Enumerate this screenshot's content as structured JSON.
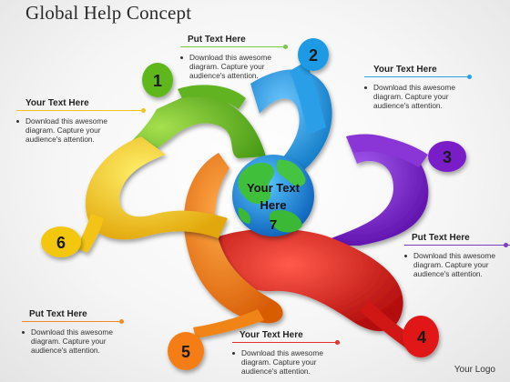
{
  "title": "Global Help Concept",
  "center": {
    "line1": "Your Text",
    "line2": "Here",
    "number": "7"
  },
  "badges": [
    {
      "number": "1",
      "color": "#5fb71a"
    },
    {
      "number": "2",
      "color": "#1c9be4"
    },
    {
      "number": "3",
      "color": "#7a1cc8"
    },
    {
      "number": "4",
      "color": "#e11818"
    },
    {
      "number": "5",
      "color": "#f47d14"
    },
    {
      "number": "6",
      "color": "#f2c70e"
    }
  ],
  "callouts": [
    {
      "heading": "Put Text Here",
      "body": "Download this awesome diagram. Capture your audience's attention.",
      "accent": "#7ac943"
    },
    {
      "heading": "Your Text Here",
      "body": "Download this awesome diagram. Capture your audience's attention.",
      "accent": "#29a3e6"
    },
    {
      "heading": "Put Text Here",
      "body": "Download this awesome diagram. Capture your audience's attention.",
      "accent": "#7a3bc6"
    },
    {
      "heading": "Your Text Here",
      "body": "Download this awesome diagram. Capture your audience's attention.",
      "accent": "#e53030"
    },
    {
      "heading": "Put Text Here",
      "body": "Download this awesome diagram. Capture your audience's attention.",
      "accent": "#f08a2a"
    },
    {
      "heading": "Your Text Here",
      "body": "Download this awesome diagram. Capture your audience's attention.",
      "accent": "#f2c21b"
    }
  ],
  "logo": "Your Logo"
}
